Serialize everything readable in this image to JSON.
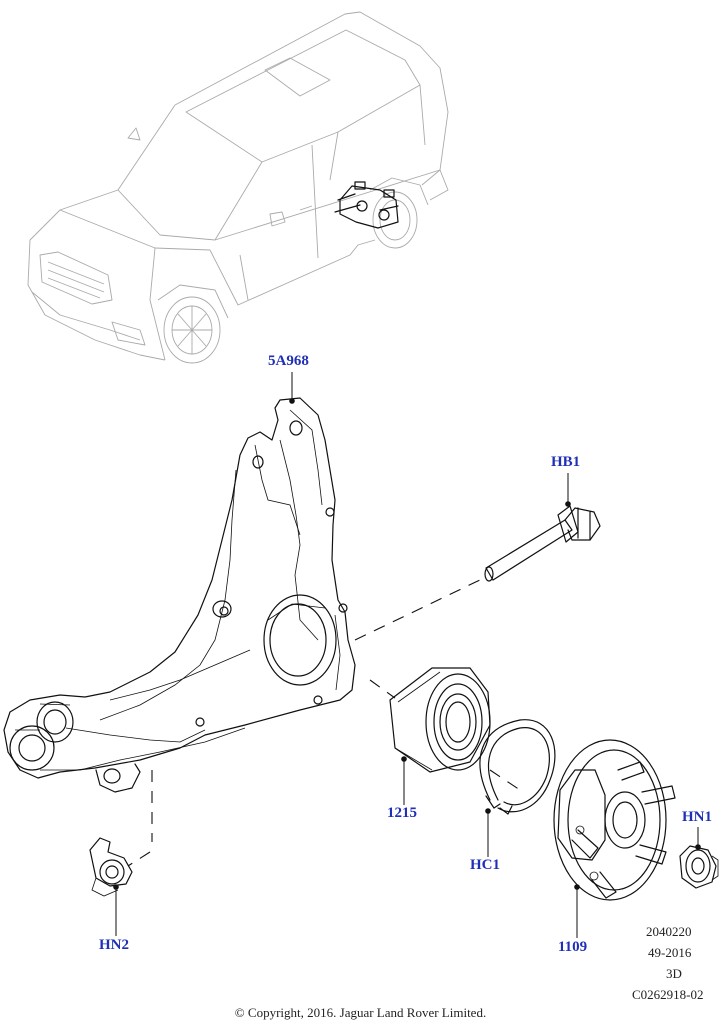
{
  "callouts": {
    "arm": "5A968",
    "bolt": "HB1",
    "bearing": "1215",
    "circlip": "HC1",
    "hub": "1109",
    "hub_nut": "HN1",
    "nut2": "HN2"
  },
  "reference": {
    "line1": "2040220",
    "line2": "49-2016",
    "line3": "3D",
    "line4": "C0262918-02"
  },
  "copyright": "© Copyright, 2016. Jaguar Land Rover Limited.",
  "colors": {
    "callout": "#1f2fb8",
    "line": "#111111",
    "vehicle": "#aaaaaa"
  }
}
